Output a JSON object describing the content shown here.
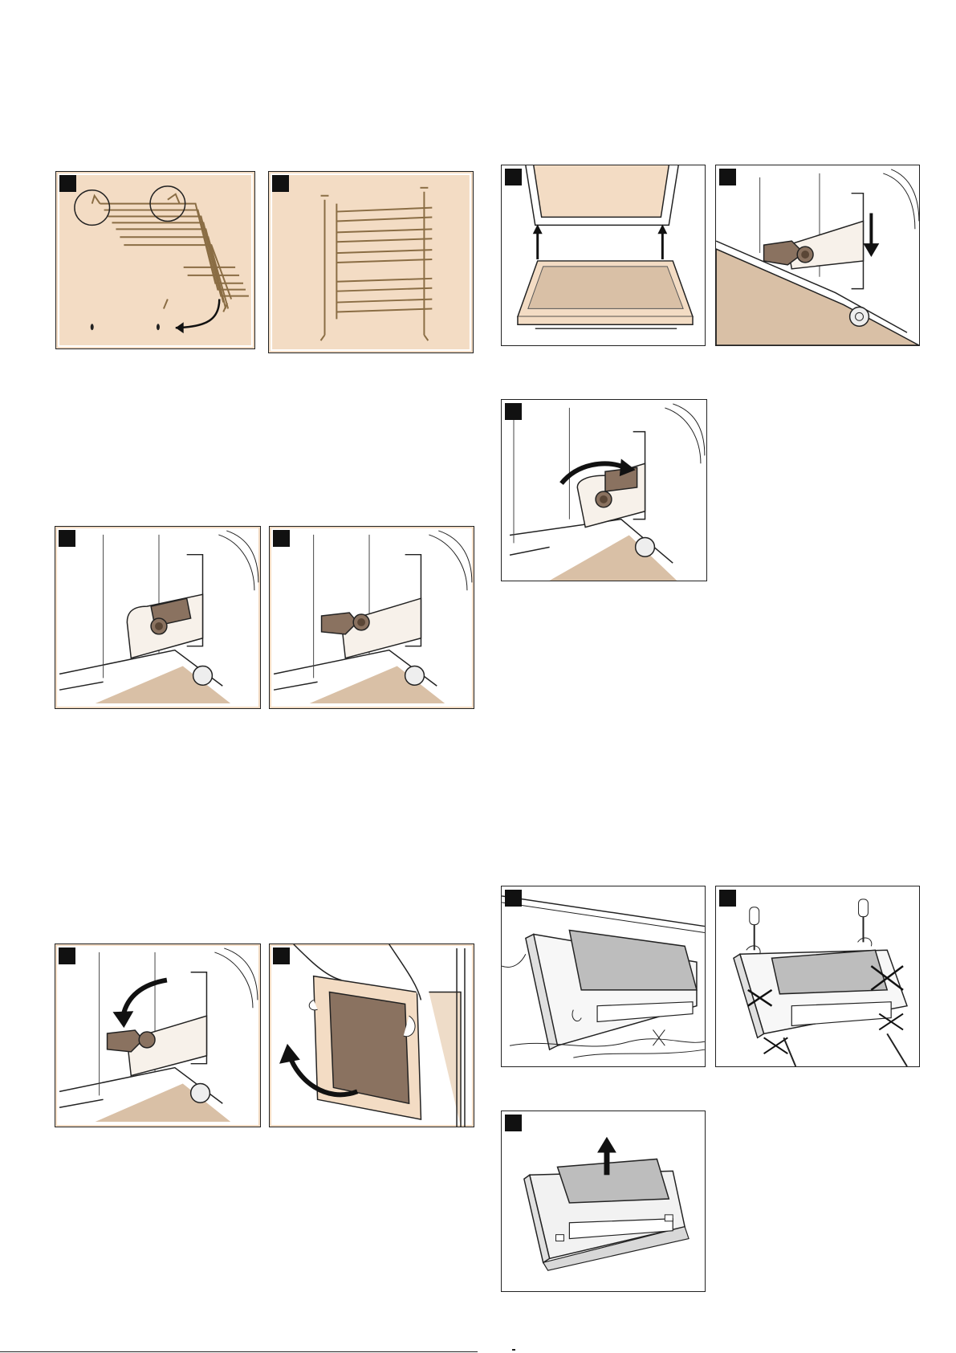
{
  "figures": [
    {
      "id": "rack-unhook",
      "marker": ""
    },
    {
      "id": "rack-front",
      "marker": ""
    },
    {
      "id": "door-lift",
      "marker": ""
    },
    {
      "id": "hinge-lever-down",
      "marker": ""
    },
    {
      "id": "hinge-lever-up",
      "marker": ""
    },
    {
      "id": "hinge-lock-open",
      "marker": ""
    },
    {
      "id": "hinge-lock-closed",
      "marker": ""
    },
    {
      "id": "hinge-lever-fold",
      "marker": ""
    },
    {
      "id": "door-remove",
      "marker": ""
    },
    {
      "id": "panel-cover",
      "marker": ""
    },
    {
      "id": "panel-screws",
      "marker": ""
    },
    {
      "id": "panel-lift-glass",
      "marker": ""
    }
  ],
  "colors": {
    "beige": "#f3dcc4",
    "floor": "#d9c0a6",
    "lever": "#8a7260",
    "glass": "#bdbdbd"
  }
}
